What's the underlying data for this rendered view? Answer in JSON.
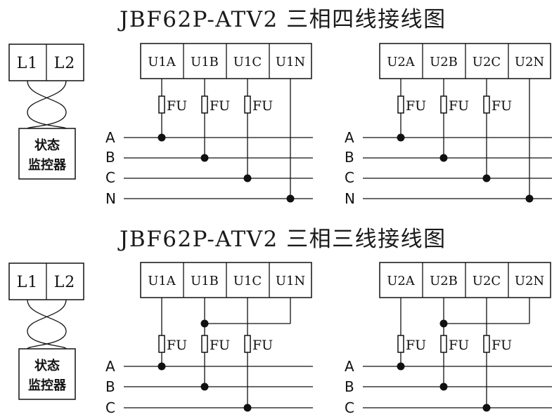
{
  "titles": {
    "four_wire": "JBF62P-ATV2 三相四线接线图",
    "three_wire": "JBF62P-ATV2 三相三线接线图"
  },
  "monitor": {
    "ports": [
      "L1",
      "L2"
    ],
    "label_line1": "状态",
    "label_line2": "监控器"
  },
  "group1_terminals": [
    "U1A",
    "U1B",
    "U1C",
    "U1N"
  ],
  "group2_terminals": [
    "U2A",
    "U2B",
    "U2C",
    "U2N"
  ],
  "fuse_label": "FU",
  "buses_four_wire": [
    "A",
    "B",
    "C",
    "N"
  ],
  "buses_three_wire": [
    "A",
    "B",
    "C"
  ]
}
